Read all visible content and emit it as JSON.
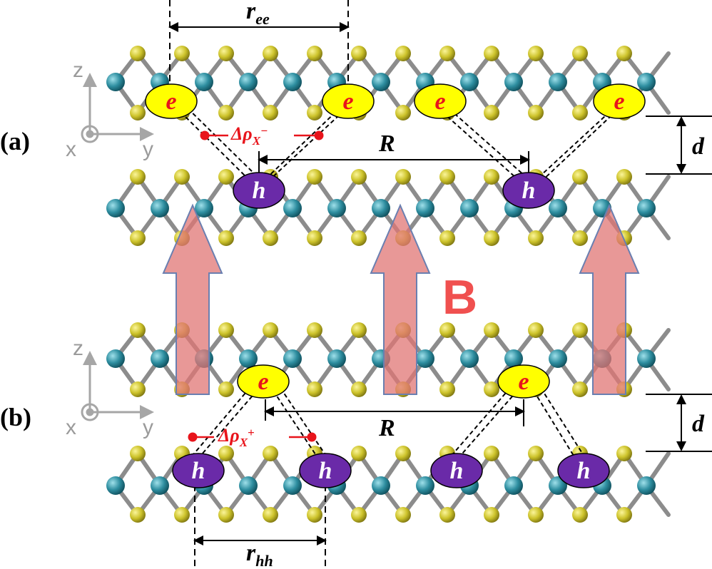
{
  "panels": {
    "a": {
      "label": "(a)",
      "trion": "X",
      "trion_charge": "−"
    },
    "b": {
      "label": "(b)",
      "trion": "X",
      "trion_charge": "+"
    }
  },
  "carriers": {
    "electron": "e",
    "hole": "h"
  },
  "distances": {
    "r_ee": {
      "main": "r",
      "sub": "ee"
    },
    "r_hh": {
      "main": "r",
      "sub": "hh"
    },
    "R": "R",
    "d": "d",
    "delta_rho": {
      "main": "Δρ"
    }
  },
  "axes": {
    "z": "z",
    "x": "x",
    "y": "y"
  },
  "field": {
    "label": "B"
  },
  "colors": {
    "chalcogen_atom": "#c9c12a",
    "metal_atom": "#2e8ea0",
    "bond": "#8c8c8c",
    "electron_fill": "#ffff00",
    "hole_fill": "#6a2aa8",
    "field_arrow": "#e07574",
    "rho_marker": "#e8141b"
  }
}
